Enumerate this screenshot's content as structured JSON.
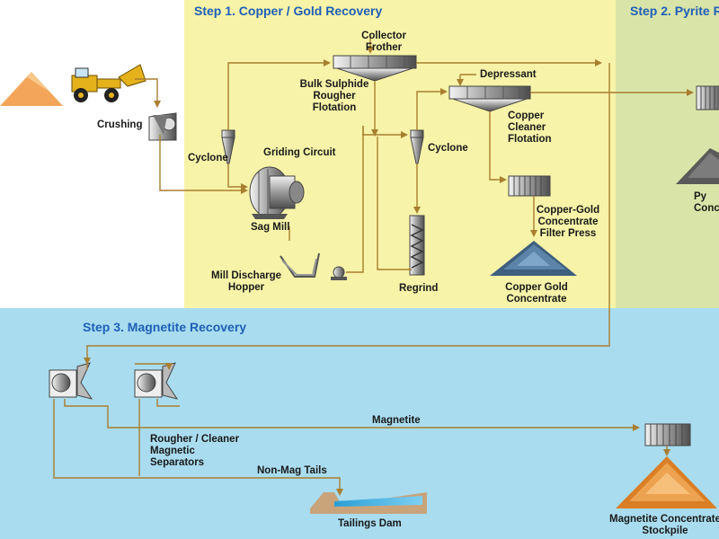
{
  "colors": {
    "step1_bg": "#f7f3a8",
    "step2_bg": "#d9e4a8",
    "step3_bg": "#a9dcef",
    "flow_line": "#a87e2f",
    "step_title": "#1f5fb8"
  },
  "steps": {
    "step1": "Step 1.  Copper / Gold Recovery",
    "step2": "Step 2.  Pyrite R",
    "step3": "Step 3.  Magnetite Recovery"
  },
  "labels": {
    "crushing": "Crushing",
    "collector_frother": "Collector\nFrother",
    "bulk_sulphide": "Bulk Sulphide\nRougher\nFlotation",
    "depressant": "Depressant",
    "copper_cleaner": "Copper\nCleaner\nFlotation",
    "cyclone_left": "Cyclone",
    "cyclone_right": "Cyclone",
    "griding_circuit": "Griding Circuit",
    "sag_mill": "Sag Mill",
    "filter_press": "Copper-Gold\nConcentrate\nFilter Press",
    "mill_hopper": "Mill Discharge\nHopper",
    "regrind": "Regrind",
    "copper_gold_conc": "Copper Gold\nConcentrate",
    "pyrite_partial": "Py\nConc",
    "magnetite": "Magnetite",
    "rougher_cleaner": "Rougher / Cleaner\nMagnetic\nSeparators",
    "non_mag_tails": "Non-Mag Tails",
    "tailings_dam": "Tailings Dam",
    "magnetite_stockpile": "Magnetite Concentrate\nStockpile"
  }
}
